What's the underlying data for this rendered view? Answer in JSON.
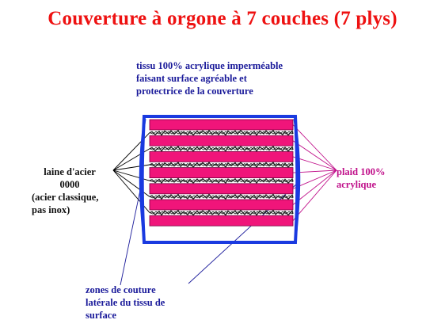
{
  "title": "Couverture à orgone à 7 couches (7 plys)",
  "labels": {
    "top_lines": [
      "tissu 100% acrylique imperméable",
      "faisant surface agréable et",
      "protectrice de la couverture"
    ],
    "steel_lines": [
      "laine d'acier",
      "0000",
      "(acier classique,",
      "pas inox)"
    ],
    "plaid_lines": [
      "plaid 100%",
      "acrylique"
    ],
    "seam_lines": [
      "zones de couture",
      "latérale du tissu de",
      "surface"
    ]
  },
  "colors": {
    "title": "#ee1111",
    "cover_outline": "#1a3ae0",
    "plaid_layer": "#f0157a",
    "steel_wool": "#222222",
    "label_blue": "#1a1a9a",
    "label_magenta": "#c0108a"
  },
  "layers": {
    "plaid_count": 7,
    "steel_count": 6
  }
}
